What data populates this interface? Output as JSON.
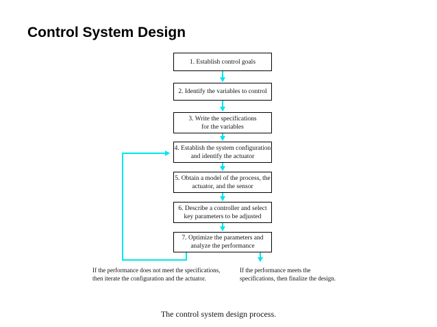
{
  "title": "Control System Design",
  "steps": [
    {
      "line1": "1. Establish control goals",
      "line2": ""
    },
    {
      "line1": "2. Identify the variables to control",
      "line2": ""
    },
    {
      "line1": "3. Write the specifications",
      "line2": "for the variables"
    },
    {
      "line1": "4. Establish the system configuration",
      "line2": "and identify the actuator"
    },
    {
      "line1": "5. Obtain a model of the process, the",
      "line2": "actuator, and the sensor"
    },
    {
      "line1": "6. Describe a controller and select",
      "line2": "key parameters to be adjusted"
    },
    {
      "line1": "7. Optimize the parameters and",
      "line2": "analyze the performance"
    }
  ],
  "notes": {
    "iterate": {
      "line1": "If the performance does not meet the specifications,",
      "line2": "then iterate the configuration and the actuator."
    },
    "finalize": {
      "line1": "If the performance meets the",
      "line2": "specifications, then finalize the design."
    }
  },
  "caption": "The control system design process.",
  "colors": {
    "arrow": "#00e5ee",
    "border": "#000000"
  }
}
